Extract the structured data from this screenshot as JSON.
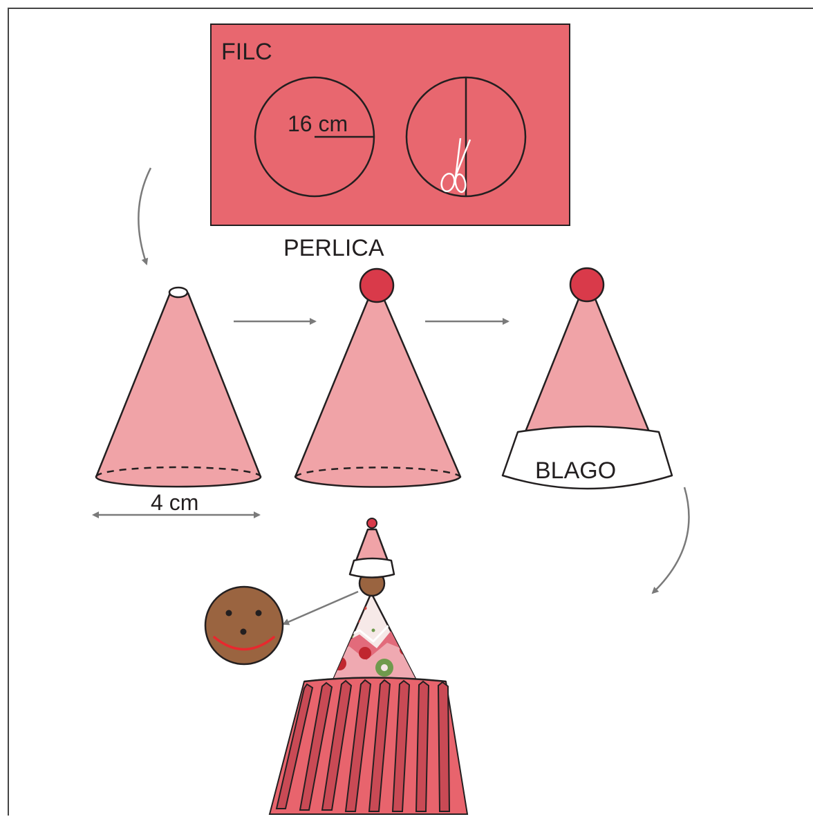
{
  "labels": {
    "felt": "FILC",
    "radius": "16 cm",
    "bead": "PERLICA",
    "cloth": "BLAGO",
    "base_width": "4 cm"
  },
  "colors": {
    "felt_sheet": "#e8676f",
    "cone_fill": "#f0a3a7",
    "bead": "#d93a4a",
    "skirt": "#e8646d",
    "skirt_dark": "#c94a55",
    "face": "#9a6440",
    "smile": "#e8282e",
    "arrow": "#7a7a7a",
    "outline": "#231f20",
    "frame": "#444444"
  },
  "icons": [
    "scissors-icon",
    "arrow-right-icon",
    "curved-arrow-icon",
    "gingerbread-face-icon"
  ]
}
